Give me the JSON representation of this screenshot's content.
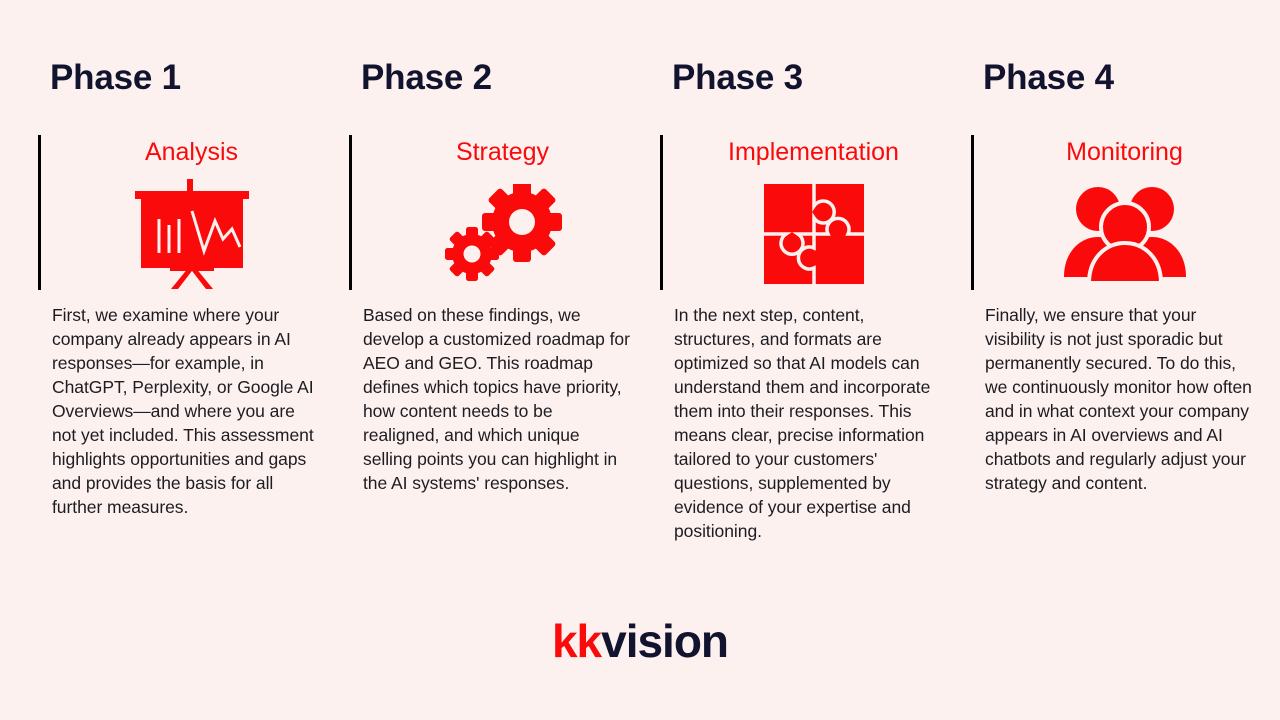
{
  "colors": {
    "background": "#fcf1ee",
    "accent_red": "#fa0a0a",
    "navy": "#11132f",
    "divider": "#000000",
    "body_text": "#1c1c22"
  },
  "phases": [
    {
      "title": "Phase 1",
      "subtitle": "Analysis",
      "icon": "presentation-board-chart-icon",
      "body": "First, we examine where your company already appears in AI responses—for example, in ChatGPT, Perplexity, or Google AI Overviews—and where you are not yet included. This assessment highlights opportunities and gaps and provides the basis for all further measures."
    },
    {
      "title": "Phase 2",
      "subtitle": "Strategy",
      "icon": "gears-icon",
      "body": "Based on these findings, we develop a customized roadmap for AEO and GEO. This roadmap defines which topics have priority, how content needs to be realigned, and which unique selling points you can highlight in the AI systems' responses."
    },
    {
      "title": "Phase 3",
      "subtitle": "Implementation",
      "icon": "puzzle-pieces-icon",
      "body": "In the next step, content, structures, and formats are optimized so that AI models can understand them and incorporate them into their responses. This means clear, precise information tailored to your customers' questions, supplemented by evidence of your expertise and positioning."
    },
    {
      "title": "Phase 4",
      "subtitle": "Monitoring",
      "icon": "people-group-icon",
      "body": "Finally, we ensure that your visibility is not just sporadic but permanently secured. To do this, we continuously monitor how often and in what context your company appears in AI overviews and AI chatbots and regularly adjust your strategy and content."
    }
  ],
  "logo": {
    "part_accent": "kk",
    "part_dark": "vision"
  }
}
